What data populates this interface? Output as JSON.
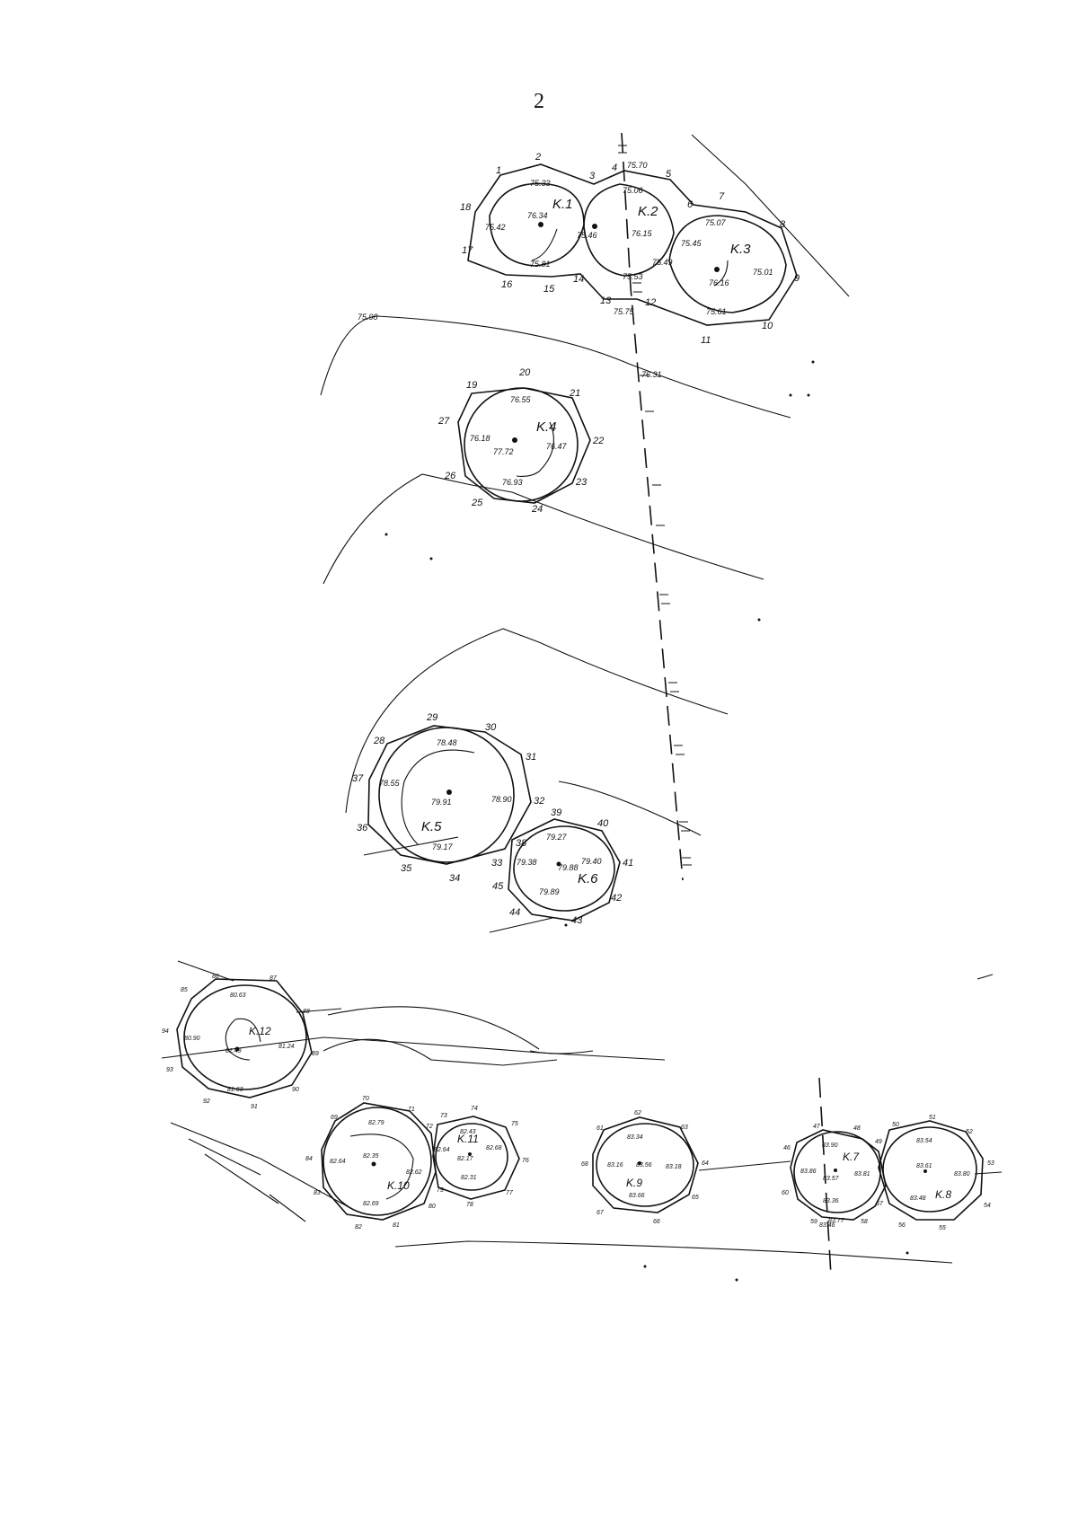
{
  "page": {
    "number": "2"
  },
  "tombs": {
    "k1": "K.1",
    "k2": "K.2",
    "k3": "K.3",
    "k4": "K.4",
    "k5": "K.5",
    "k6": "K.6",
    "k7": "K.7",
    "k8": "K.8",
    "k9": "K.9",
    "k10": "K.10",
    "k11": "K.11",
    "k12": "K.12"
  },
  "points": {
    "p1": "1",
    "p2": "2",
    "p3": "3",
    "p4": "4",
    "p5": "5",
    "p6": "6",
    "p7": "7",
    "p8": "8",
    "p9": "9",
    "p10": "10",
    "p11": "11",
    "p12": "12",
    "p13": "13",
    "p14": "14",
    "p15": "15",
    "p16": "16",
    "p17": "17",
    "p18": "18",
    "p19": "19",
    "p20": "20",
    "p21": "21",
    "p22": "22",
    "p23": "23",
    "p24": "24",
    "p25": "25",
    "p26": "26",
    "p27": "27",
    "p28": "28",
    "p29": "29",
    "p30": "30",
    "p31": "31",
    "p32": "32",
    "p33": "33",
    "p34": "34",
    "p35": "35",
    "p36": "36",
    "p37": "37",
    "p38": "38",
    "p39": "39",
    "p40": "40",
    "p41": "41",
    "p42": "42",
    "p43": "43",
    "p44": "44",
    "p45": "45",
    "p47": "47",
    "p48": "48",
    "p49": "49",
    "p50": "50",
    "p51": "51",
    "p52": "52",
    "p53": "53",
    "p54": "54",
    "p55": "55",
    "p56": "56",
    "p57": "57",
    "p58": "58",
    "p59": "59",
    "p60": "60",
    "p61": "61",
    "p62": "62",
    "p63": "63",
    "p64": "64",
    "p65": "65",
    "p66": "66",
    "p67": "67",
    "p68": "68",
    "p69": "69",
    "p70": "70",
    "p71": "71",
    "p72": "72",
    "p73": "73",
    "p74": "74",
    "p75": "75",
    "p76": "76",
    "p77": "77",
    "p78": "78",
    "p79": "79",
    "p80": "80",
    "p81": "81",
    "p82": "82",
    "p83": "83",
    "p84": "84",
    "p85": "85",
    "p86": "86",
    "p87": "87",
    "p88": "88",
    "p89": "89",
    "p90": "90",
    "p91": "91",
    "p92": "92",
    "p93": "93",
    "p94": "94",
    "p46": "46"
  },
  "elevations": {
    "e7533": "75.33",
    "e7570": "75.70",
    "e7506": "75.06",
    "e7634": "76.34",
    "e7542": "75.42",
    "e7546": "75.46",
    "e7615": "76.15",
    "e7545": "75.45",
    "e7607": "75.07",
    "e7581": "75.81",
    "e7553": "75.53",
    "e7549": "75.49",
    "e7616": "76.16",
    "e7561": "75.61",
    "e7575": "75.75",
    "e7501": "75.01",
    "e7598": "75.98",
    "e7631": "76.31",
    "e7655": "76.55",
    "e7618": "76.18",
    "e7772": "77.72",
    "e7647": "76.47",
    "e7693": "76.93",
    "e7848": "78.48",
    "e7855": "78.55",
    "e7991": "79.91",
    "e7890": "78.90",
    "e7917": "79.17",
    "e7927": "79.27",
    "e7938": "79.38",
    "e7988": "79.88",
    "e7940": "79.40",
    "e7989": "79.89",
    "e8063": "80.63",
    "e8090": "80.90",
    "e8124": "81.24",
    "e8149": "81.49",
    "e8163": "81.63",
    "e8279": "82.79",
    "e8264": "82.64",
    "e8235": "82.35",
    "e8262": "82.62",
    "e8269": "82.69",
    "e8243": "82.43",
    "e8268": "82.68",
    "e8264b": "82.64",
    "e8217": "82.17",
    "e8231": "82.31",
    "e8334": "83.34",
    "e8316": "83.16",
    "e8356": "83.56",
    "e8318": "83.18",
    "e8366": "83.66",
    "e8390": "83.90",
    "e8386": "83.86",
    "e8357": "83.57",
    "e8381": "83.81",
    "e8336": "83.36",
    "e8354": "83.54",
    "e8361": "83.61",
    "e8380": "83.80",
    "e8348": "83.48",
    "e8346": "83.46",
    "e8377": "83.77"
  }
}
